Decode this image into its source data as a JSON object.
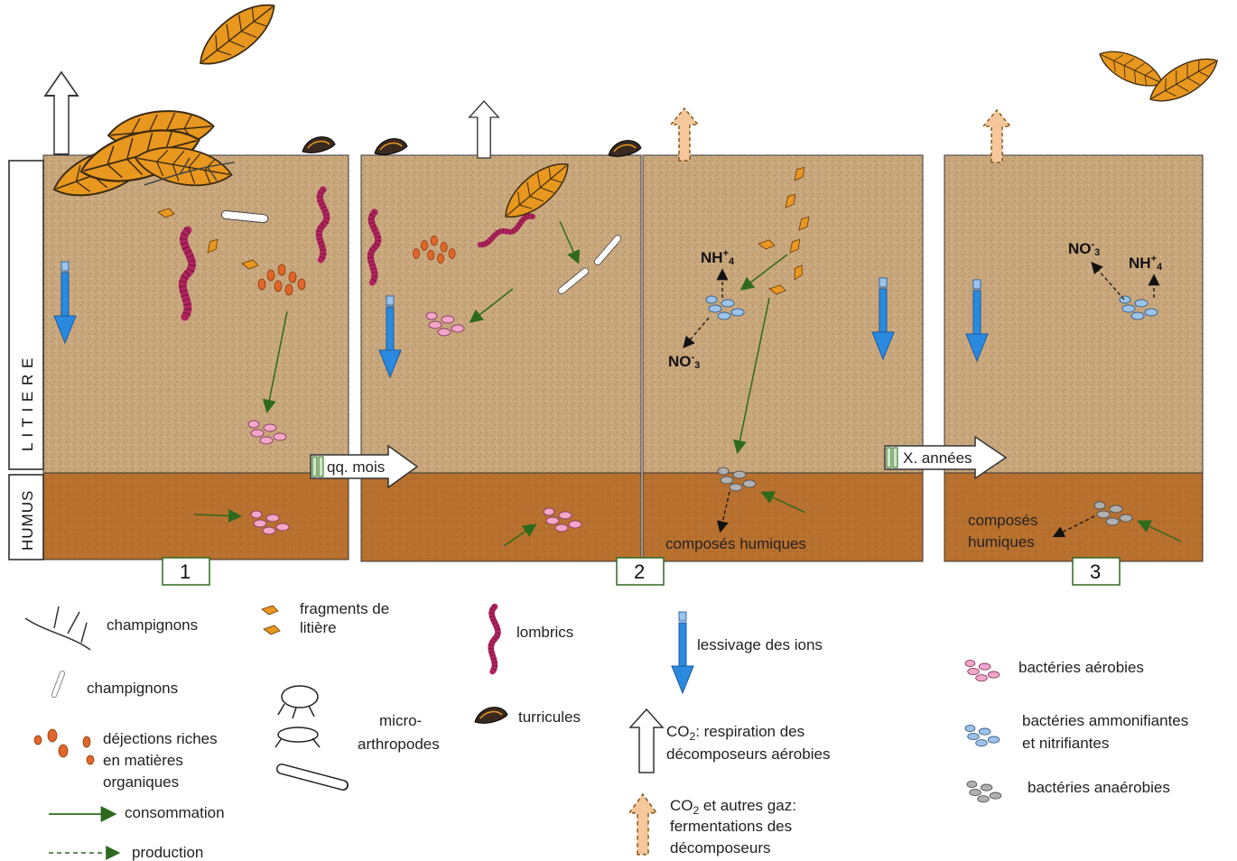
{
  "side_labels": {
    "litter": "L I T I E R E",
    "humus": "HUMUS"
  },
  "stage_numbers": [
    "1",
    "2",
    "3"
  ],
  "time_arrows": {
    "first": "qq. mois",
    "second": "X. années"
  },
  "chem": {
    "nh4_base": "NH",
    "nh4_sup": "+",
    "nh4_sub": "4",
    "no3_base": "NO",
    "no3_sup": "-",
    "no3_sub": "3"
  },
  "humic_compounds": {
    "single_line": "composés humiques",
    "line1": "composés",
    "line2": "humiques"
  },
  "legend": {
    "fungi_mycelium": "champignons",
    "fungi_larva": "champignons",
    "droppings_line1": "déjections riches",
    "droppings_line2": "en matières",
    "droppings_line3": "organiques",
    "consumption": "consommation",
    "production": "production",
    "litter_fragments_line1": "fragments de",
    "litter_fragments_line2": "litière",
    "microarthropods_line1": "micro-",
    "microarthropods_line2": "arthropodes",
    "earthworms": "lombrics",
    "casts": "turricules",
    "leaching": "lessivage des ions",
    "co2_resp_line1": "CO",
    "co2_resp_sub": "2",
    "co2_resp_line1_rest": ": respiration des",
    "co2_resp_line2": "décomposeurs aérobies",
    "co2_ferm_line1": "CO",
    "co2_ferm_sub": "2",
    "co2_ferm_line1_rest": " et autres gaz:",
    "co2_ferm_line2": "fermentations des",
    "co2_ferm_line3": "décomposeurs",
    "aerobic": "bactéries  aérobies",
    "ammon_line1": "bactéries  ammonifiantes",
    "ammon_line2": "et nitrifiantes",
    "anaerobic": "bactéries  anaérobies"
  },
  "colors": {
    "litter_soil": "#c9a77c",
    "humus": "#b8702e",
    "leaf": "#e8971f",
    "earthworm": "#b0245e",
    "aerobic_bacteria": "#f2a6c8",
    "ammonifying_bacteria": "#9cc4ea",
    "anaerobic_bacteria": "#b0b0b0",
    "droppings": "#e0662a",
    "leaching_arrow": "#2a8ae0",
    "consumption_arrow": "#2d6a1e"
  }
}
